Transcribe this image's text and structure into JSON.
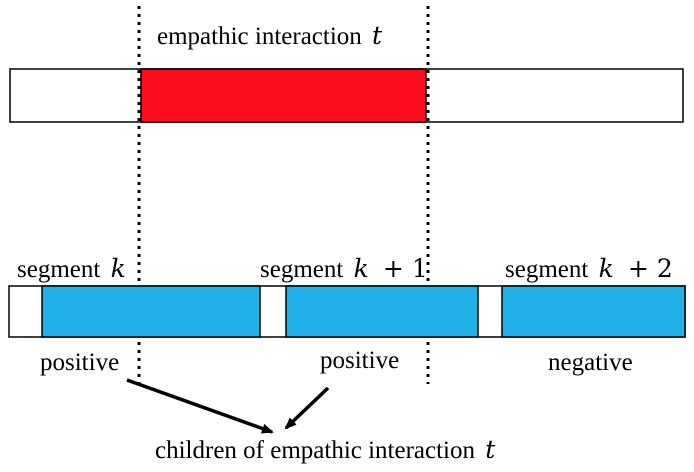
{
  "top_timeline": {
    "interaction_label": "empathic interaction",
    "interaction_var": "t",
    "highlight_color": "#ff0d1f"
  },
  "segments": [
    {
      "word": "segment",
      "var": "k",
      "suffix": "",
      "sentiment": "positive"
    },
    {
      "word": "segment",
      "var": "k",
      "suffix": " + 1",
      "sentiment": "positive"
    },
    {
      "word": "segment",
      "var": "k",
      "suffix": " + 2",
      "sentiment": "negative"
    }
  ],
  "segment_color": "#20b0ea",
  "children_label": "children of empathic interaction",
  "children_var": "t"
}
